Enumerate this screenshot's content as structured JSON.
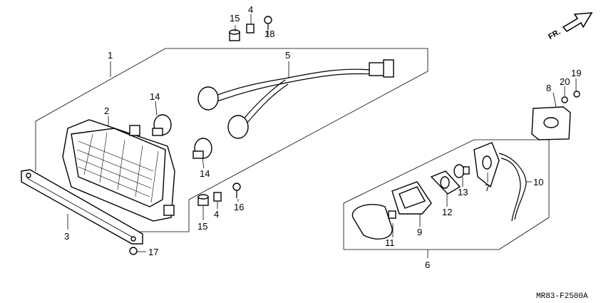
{
  "direction_label": "FR.",
  "diagram_code": "MR83-F2500A",
  "callouts": {
    "c1": "1",
    "c2": "2",
    "c3": "3",
    "c4a": "4",
    "c4b": "4",
    "c5": "5",
    "c6": "6",
    "c7": "7",
    "c8": "8",
    "c9": "9",
    "c10": "10",
    "c11": "11",
    "c12": "12",
    "c13": "13",
    "c14a": "14",
    "c14b": "14",
    "c15a": "15",
    "c15b": "15",
    "c16": "16",
    "c17": "17",
    "c18": "18",
    "c19": "19",
    "c20": "20"
  }
}
